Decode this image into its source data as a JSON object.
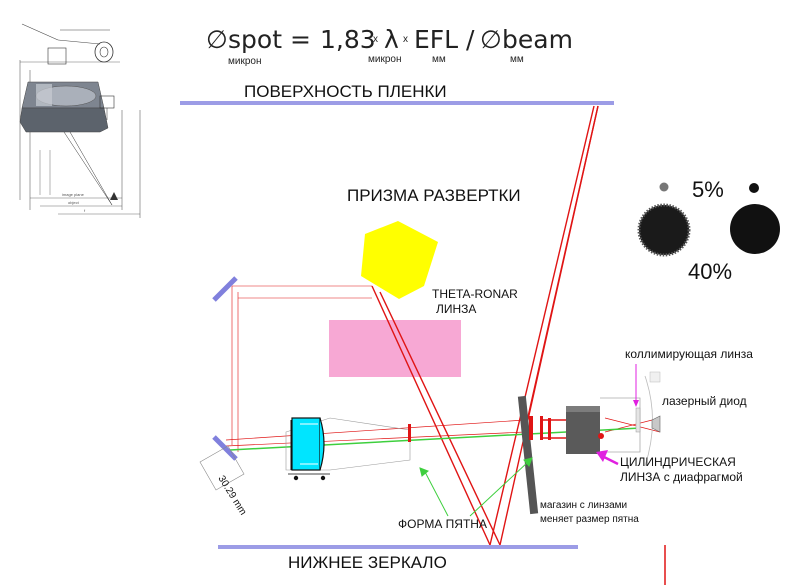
{
  "formula": {
    "symbol": "∅",
    "spot": "spot",
    "equals": "=",
    "coef": "1,83",
    "times": "x",
    "lambda": "λ",
    "efl": "EFL",
    "slash": "/",
    "beam": "beam",
    "sub_spot": "микрон",
    "sub_lambda": "микрон",
    "sub_efl": "мм",
    "sub_beam": "мм"
  },
  "labels": {
    "film_surface": "ПОВЕРХНОСТЬ ПЛЕНКИ",
    "scan_prism": "ПРИЗМА РАЗВЕРТКИ",
    "lens_name_1": "THETA-RONAR",
    "lens_name_2": "ЛИНЗА",
    "collimating_lens": "коллимирующая линза",
    "laser_diode": "лазерный диод",
    "cyl_lens_1": "ЦИЛИНДРИЧЕСКАЯ",
    "cyl_lens_2": "ЛИНЗА с диафрагмой",
    "magazine_1": "магазин с линзами",
    "magazine_2": "меняет размер пятна",
    "spot_shape": "ФОРМА ПЯТНА",
    "bottom_mirror": "НИЖНЕЕ ЗЕРКАЛО",
    "dimension": "30.29 mm",
    "pct_5": "5%",
    "pct_40": "40%"
  },
  "colors": {
    "film_line": "#9c9ce6",
    "prism": "#ffff00",
    "lens_block": "#f7a8d4",
    "cyan_lens": "#00e5ff",
    "beam_red": "#e01414",
    "beam_green": "#3ecf3e",
    "mirror": "#8080dd",
    "magenta_arrow": "#e020e0"
  }
}
